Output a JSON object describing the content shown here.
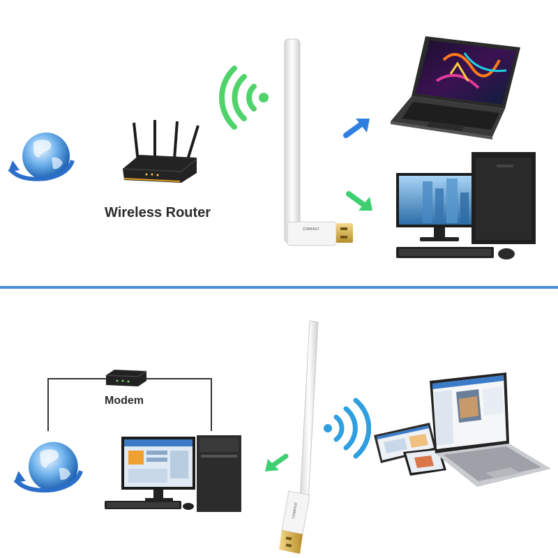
{
  "top_panel": {
    "router_label": "Wireless Router",
    "adapter_brand": "COMFAST"
  },
  "divider": {
    "color": "#4a8fd8"
  },
  "bottom_panel": {
    "modem_label": "Modem",
    "adapter_brand": "COMFAST"
  },
  "colors": {
    "wifi_green": "#4fd36a",
    "wifi_blue": "#2f9fe0",
    "arrow_blue": "#2e7fe0",
    "arrow_green": "#3fcf73",
    "antenna_white": "#f3f3f3",
    "usb_gold": "#d9b24a"
  },
  "icons": [
    "globe-icon",
    "router-icon",
    "wifi-signal-icon",
    "usb-wifi-adapter",
    "laptop-icon",
    "desktop-pc-icon",
    "modem-icon",
    "tablet-icon",
    "phone-icon",
    "arrow-icon"
  ]
}
